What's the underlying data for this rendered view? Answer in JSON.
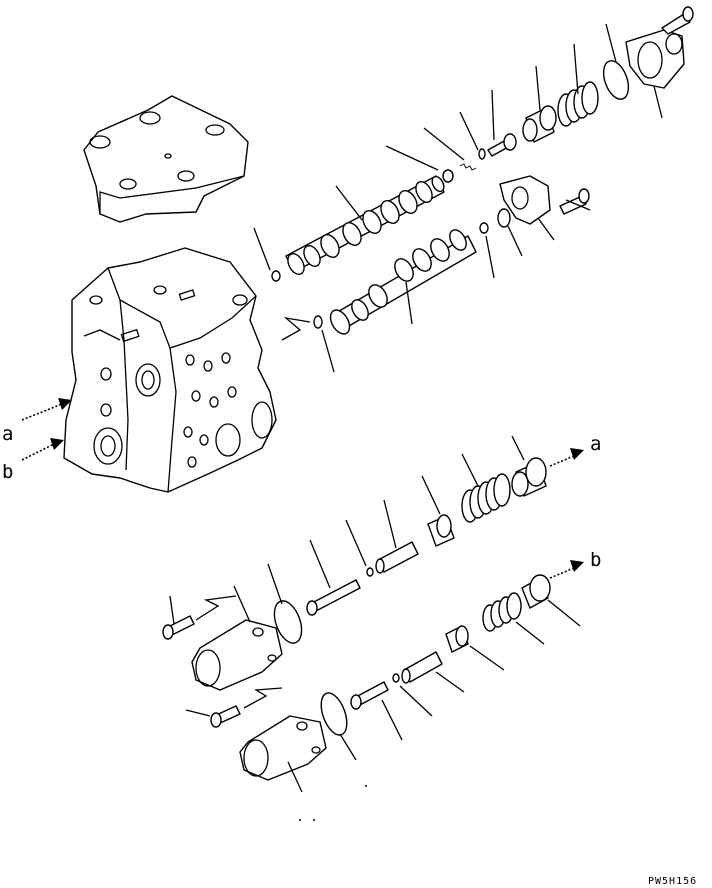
{
  "labels": {
    "flow_a": "a",
    "flow_b": "b",
    "drawing_code": "PW5H156"
  }
}
